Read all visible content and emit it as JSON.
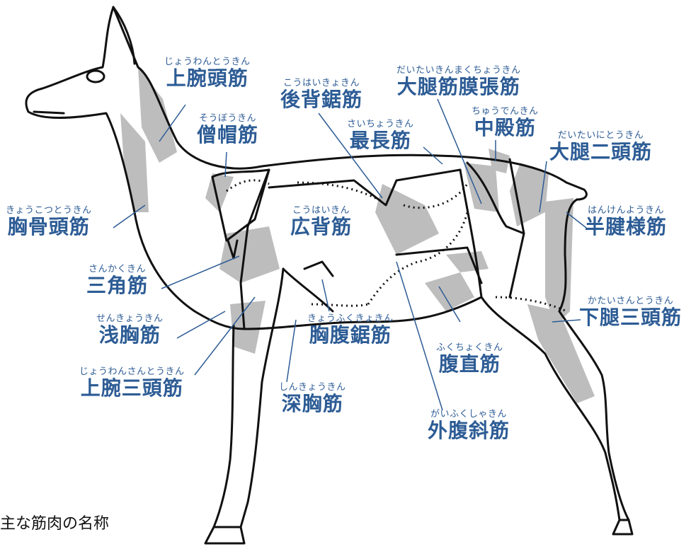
{
  "caption": "主な筋肉の名称",
  "colors": {
    "label": "#2d5c95",
    "outline": "#111111",
    "muscle": "#b9b9b9"
  },
  "labels": [
    {
      "id": "jowantokin",
      "ruby": "じょうわんとうきん",
      "name": "上腕頭筋"
    },
    {
      "id": "sobokin",
      "ruby": "そうぼうきん",
      "name": "僧帽筋"
    },
    {
      "id": "kyokotsutokin",
      "ruby": "きょうこつとうきん",
      "name": "胸骨頭筋"
    },
    {
      "id": "sankakukin",
      "ruby": "さんかくきん",
      "name": "三角筋"
    },
    {
      "id": "senkyokin",
      "ruby": "せんきょうきん",
      "name": "浅胸筋"
    },
    {
      "id": "jowansantokin",
      "ruby": "じょうわんさんとうきん",
      "name": "上腕三頭筋"
    },
    {
      "id": "kohaikyokin",
      "ruby": "こうはいきょきん",
      "name": "後背鋸筋"
    },
    {
      "id": "saichokin",
      "ruby": "さいちょうきん",
      "name": "最長筋"
    },
    {
      "id": "kohaikin",
      "ruby": "こうはいきん",
      "name": "広背筋"
    },
    {
      "id": "kyofukukyokin",
      "ruby": "きょうふくきょきん",
      "name": "胸腹鋸筋"
    },
    {
      "id": "shinkyokin",
      "ruby": "しんきょうきん",
      "name": "深胸筋"
    },
    {
      "id": "daitaikinmakuchokin",
      "ruby": "だいたいきんまくちょうきん",
      "name": "大腿筋膜張筋"
    },
    {
      "id": "chudenkin",
      "ruby": "ちゅうでんきん",
      "name": "中殿筋"
    },
    {
      "id": "daitainitokin",
      "ruby": "だいたいにとうきん",
      "name": "大腿二頭筋"
    },
    {
      "id": "hankenyokin",
      "ruby": "はんけんようきん",
      "name": "半腱様筋"
    },
    {
      "id": "kataisantokin",
      "ruby": "かたいさんとうきん",
      "name": "下腿三頭筋"
    },
    {
      "id": "fukuchokukin",
      "ruby": "ふくちょくきん",
      "name": "腹直筋"
    },
    {
      "id": "gaifukushakin",
      "ruby": "がいふくしゃきん",
      "name": "外腹斜筋"
    }
  ]
}
